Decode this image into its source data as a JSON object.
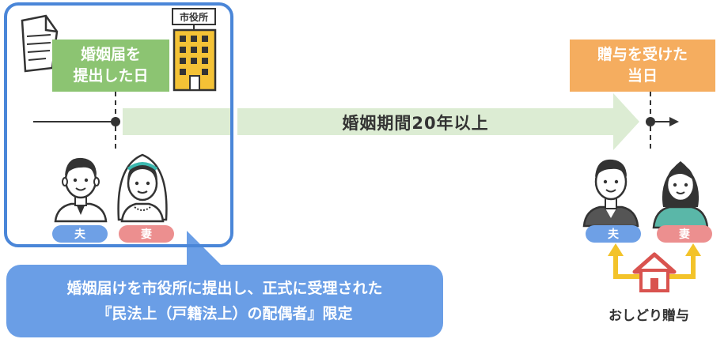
{
  "marriage_label": {
    "line1": "婚姻届を",
    "line2": "提出した日"
  },
  "city_hall_sign": "市役所",
  "period_label": "婚姻期間20年以上",
  "gift_date_label": {
    "line1": "贈与を受けた",
    "line2": "当日"
  },
  "left_couple": {
    "husband": "夫",
    "wife": "妻"
  },
  "right_couple": {
    "husband": "夫",
    "wife": "妻"
  },
  "callout": {
    "line1": "婚姻届けを市役所に提出し、正式に受理された",
    "line2": "『民法上（戸籍法上）の配偶者』限定"
  },
  "gift_type": "おしどり贈与",
  "colors": {
    "frame_blue": "#4a86d8",
    "callout_blue": "#6a9ee6",
    "green_label": "#8cc472",
    "orange_label": "#f5ad5f",
    "period_arrow": "#dcecd3",
    "husband_tag": "#6ea0e6",
    "wife_tag": "#ec8f8f",
    "house_red": "#d9534f",
    "gift_arrow_yellow": "#f3c32a"
  },
  "icons": [
    "document-icon",
    "city-hall-icon",
    "husband-icon",
    "bride-icon",
    "house-icon"
  ]
}
